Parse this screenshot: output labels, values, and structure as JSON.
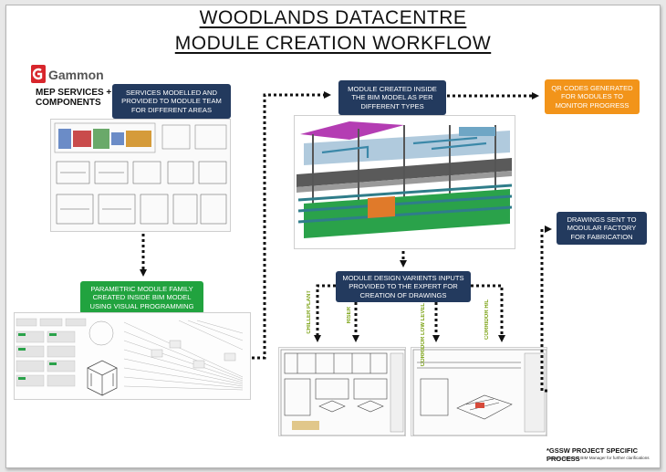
{
  "title_line1": "WOODLANDS DATACENTRE",
  "title_line2": "MODULE CREATION WORKFLOW",
  "logo": {
    "brand": "Gammon",
    "subtitle_line1": "MEP SERVICES +",
    "subtitle_line2": "COMPONENTS"
  },
  "boxes": {
    "services": "SERVICES MODELLED AND PROVIDED TO MODULE TEAM FOR DIFFERENT AREAS",
    "parametric": "PARAMETRIC MODULE FAMILY CREATED INSIDE BIM MODEL USING VISUAL PROGRAMMING",
    "module_created": "MODULE CREATED INSIDE THE BIM MODEL AS PER DIFFERENT TYPES",
    "qr_codes": "QR CODES GENERATED FOR MODULES TO MONITOR PROGRESS",
    "design_variants": "MODULE DESIGN VARIENTS INPUTS PROVIDED TO THE EXPERT FOR CREATION OF DRAWINGS",
    "drawings_sent": "DRAWINGS SENT TO MODULAR FACTORY FOR FABRICATION"
  },
  "branch_labels": [
    "CHILLER PLANT",
    "RISER",
    "CORRIDOR LOW LEVEL",
    "CORRIDOR H/L"
  ],
  "footer": {
    "note": "*GSSW PROJECT SPECIFIC PROCESS",
    "contact": "Contact Gammon BIM Manager for further clarifications"
  },
  "colors": {
    "navy": "#233a5e",
    "green": "#21a33f",
    "orange": "#f2941a",
    "label_green": "#7ea419",
    "logo_red": "#d8262c"
  }
}
